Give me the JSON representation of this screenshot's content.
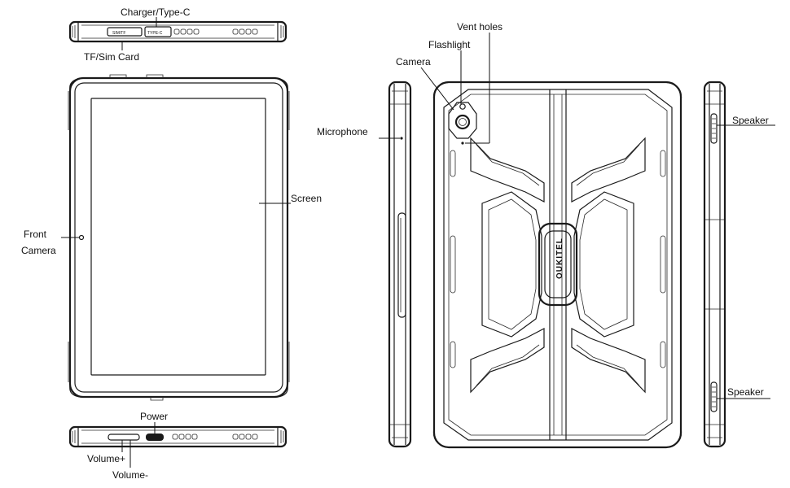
{
  "labels": {
    "charger": "Charger/Type-C",
    "tf_sim": "TF/Sim Card",
    "front": "Front",
    "camera_front": "Camera",
    "screen": "Screen",
    "power": "Power",
    "volume_up": "Volume+",
    "volume_down": "Volume-",
    "microphone": "Microphone",
    "camera_rear": "Camera",
    "flashlight": "Flashlight",
    "vent_holes": "Vent holes",
    "speaker_top": "Speaker",
    "speaker_bottom": "Speaker"
  },
  "markings": {
    "sim_slot": "SIM/TF",
    "type_c": "TYPE-C",
    "brand_logo": "OUKITEL"
  }
}
